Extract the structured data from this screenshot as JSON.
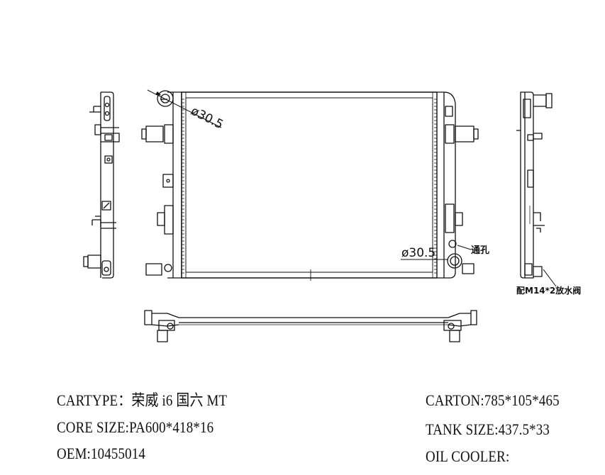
{
  "annotations": {
    "inlet_diameter": "ø30.5",
    "outlet_diameter": "ø30.5",
    "vent_hole": "通孔",
    "drain_valve": "配M14*2放水阀"
  },
  "specs": {
    "cartype": "CARTYPE：荣威 i6 国六 MT",
    "core_size": "CORE SIZE:PA600*418*16",
    "oem": "OEM:10455014",
    "carton": "CARTON:785*105*465",
    "tank_size": "TANK SIZE:437.5*33",
    "oil_cooler": "OIL COOLER:"
  }
}
